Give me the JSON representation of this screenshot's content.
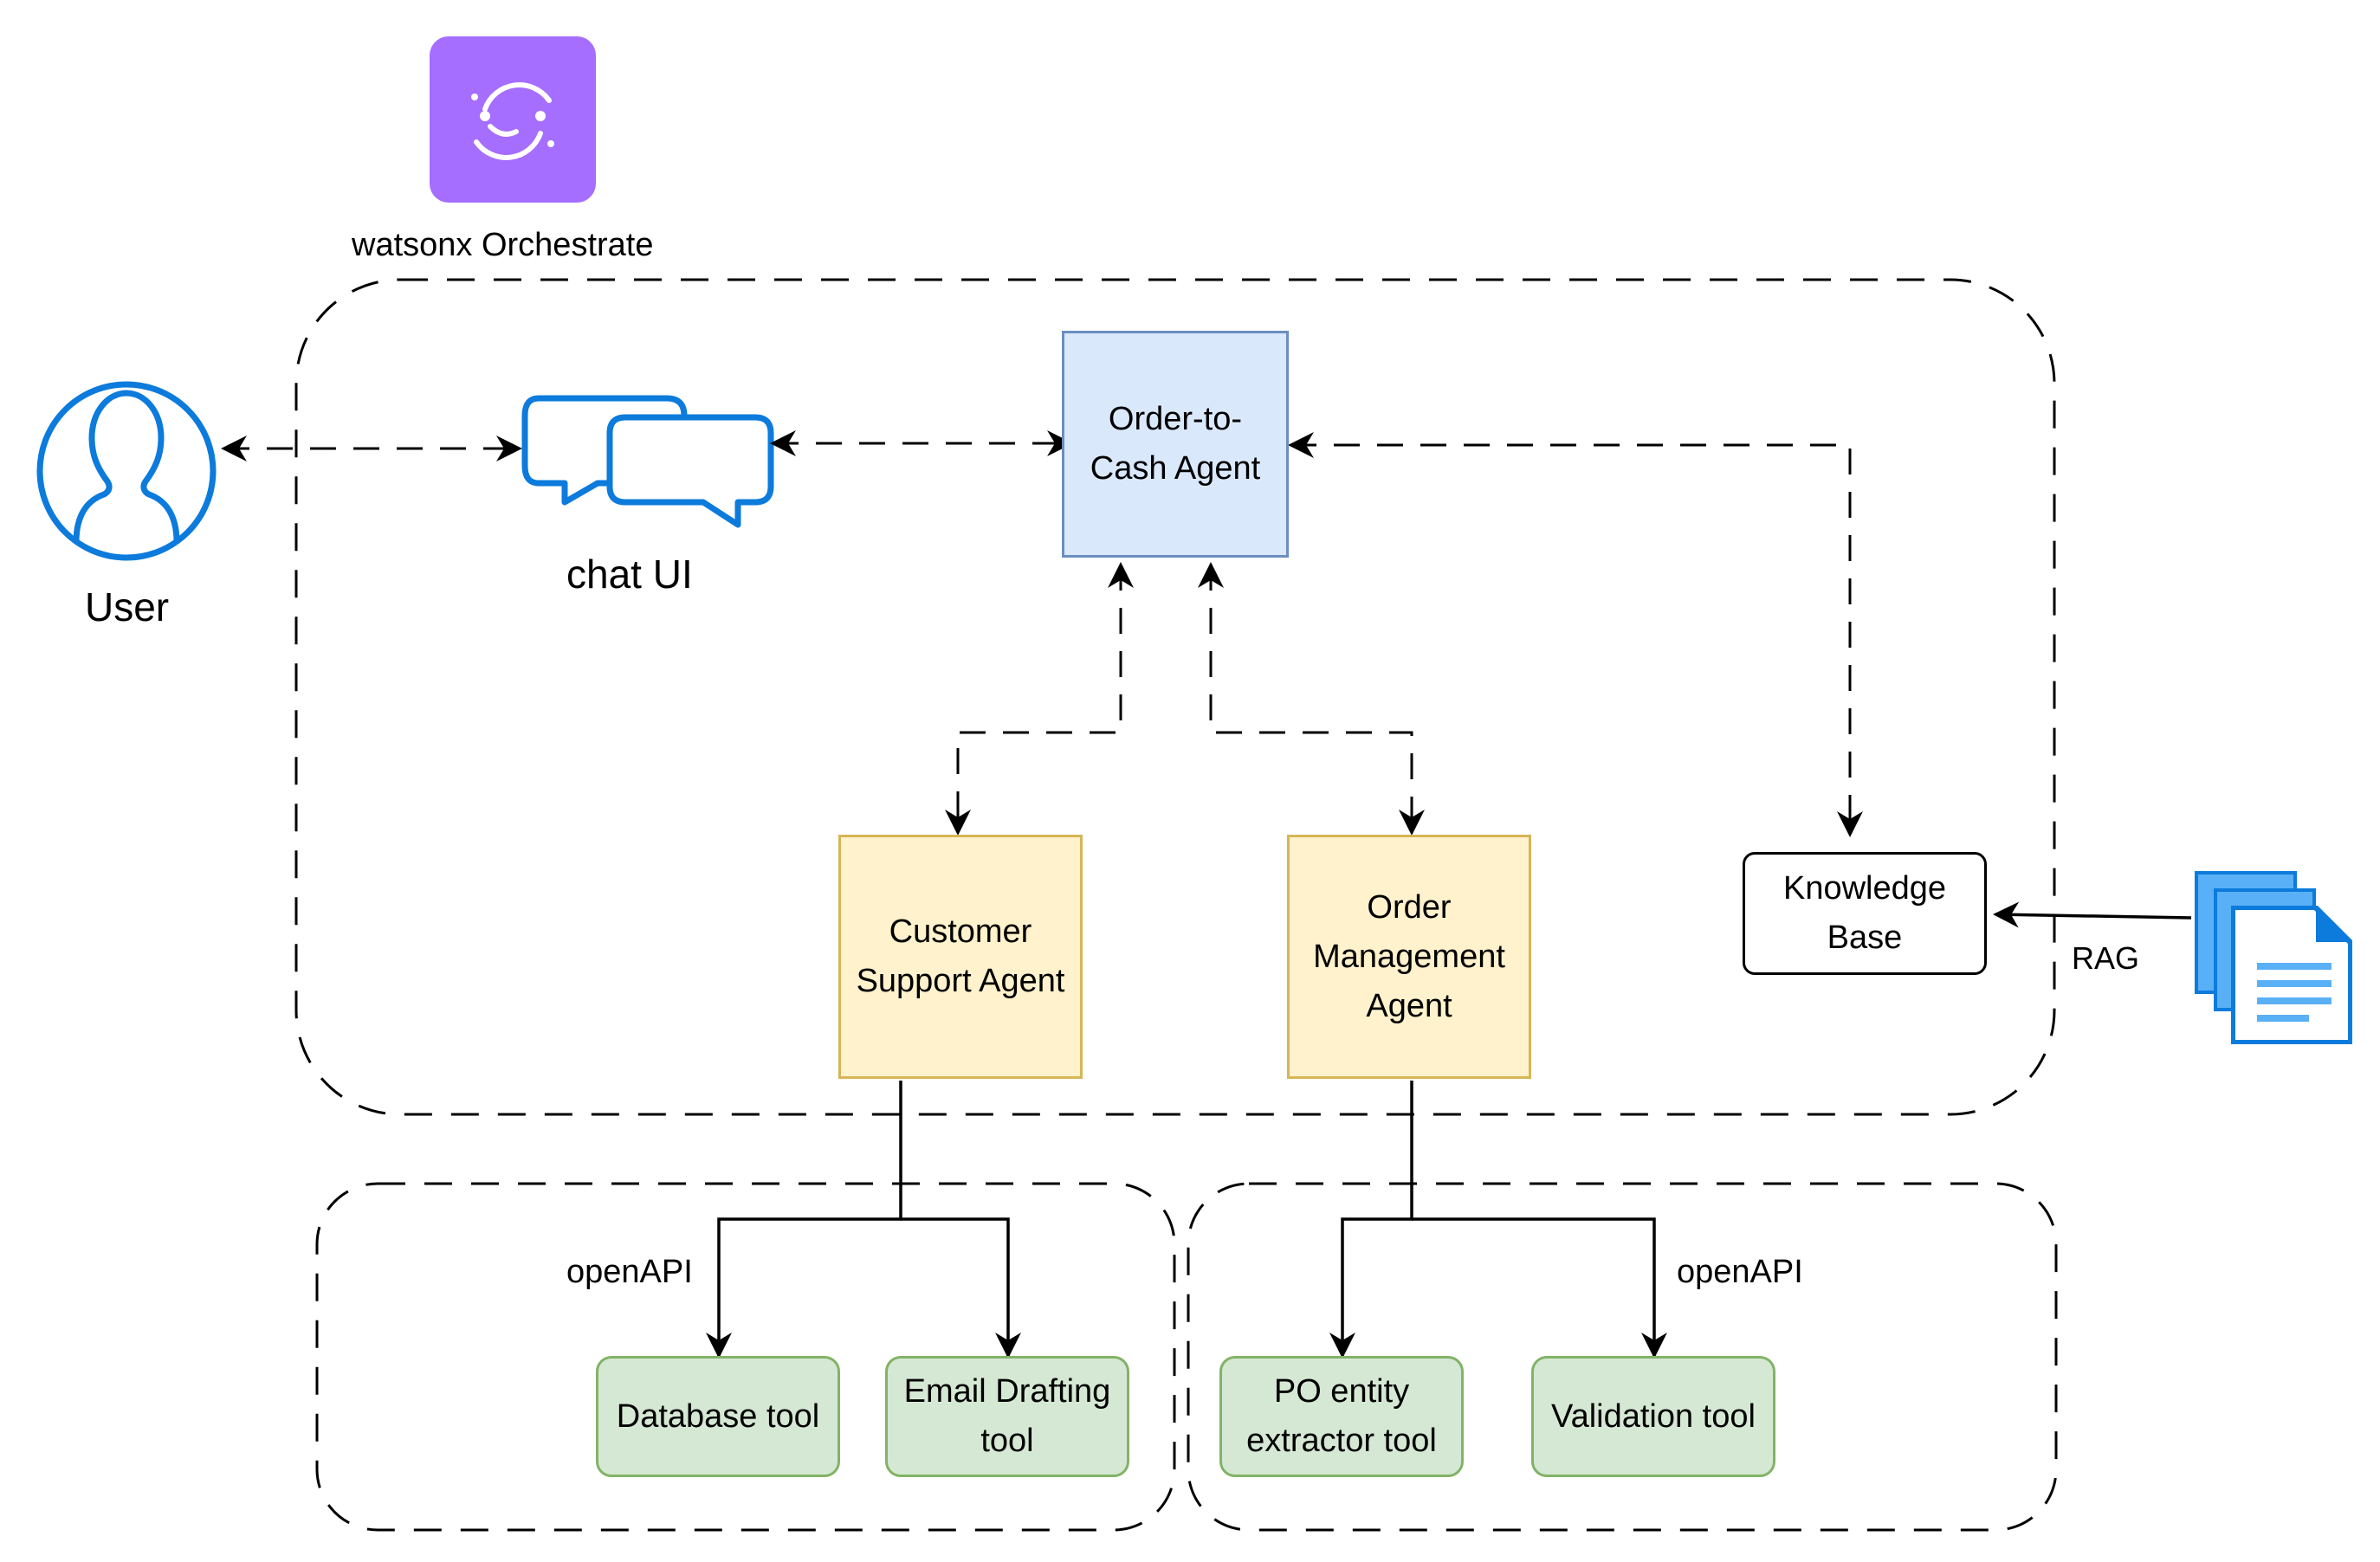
{
  "platform": {
    "name": "watsonx Orchestrate",
    "logo_icon": "watsonx-orchestrate-logo-icon",
    "logo_color": "#a56eff"
  },
  "user": {
    "label": "User",
    "icon": "user-profile-icon",
    "color": "#0c7bdc"
  },
  "chat": {
    "label": "chat UI",
    "icon": "chat-bubbles-icon",
    "color": "#0c7bdc"
  },
  "orchestrator_agent": {
    "label": "Order-to-\nCash Agent",
    "fill": "#dae8fc",
    "stroke": "#6c8ebf"
  },
  "sub_agents": [
    {
      "label": "Customer\nSupport Agent",
      "fill": "#fff2cc",
      "stroke": "#d6b656"
    },
    {
      "label": "Order\nManagement\nAgent",
      "fill": "#fff2cc",
      "stroke": "#d6b656"
    }
  ],
  "knowledge_base": {
    "label": "Knowledge\nBase"
  },
  "documents": {
    "icon": "documents-stack-icon",
    "color": "#0c7bdc"
  },
  "edge_labels": {
    "rag": "RAG",
    "openapi_left": "openAPI",
    "openapi_right": "openAPI"
  },
  "tools": [
    {
      "label": "Database tool"
    },
    {
      "label": "Email Drafting\ntool"
    },
    {
      "label": "PO entity\nextractor tool"
    },
    {
      "label": "Validation tool"
    }
  ],
  "tool_style": {
    "fill": "#d5e8d4",
    "stroke": "#82b366"
  }
}
